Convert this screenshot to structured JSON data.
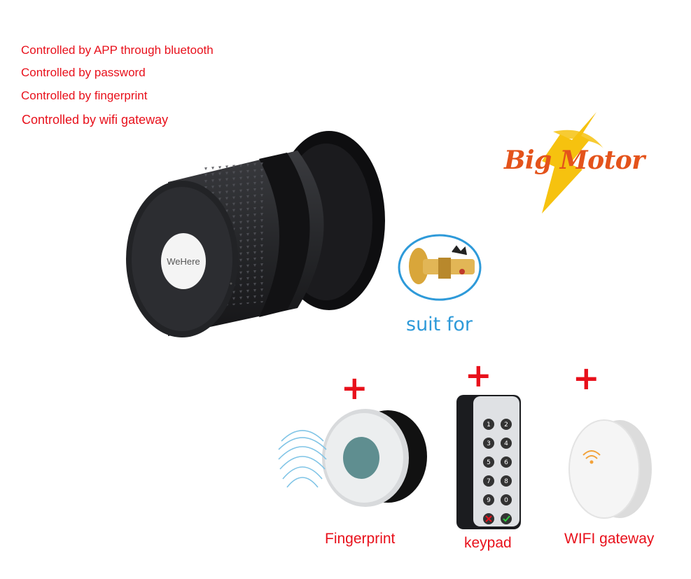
{
  "features": [
    "Controlled by APP through bluetooth",
    "Controlled by password",
    "Controlled by fingerprint",
    "Controlled by wifi gateway"
  ],
  "product": {
    "logo_text": "WeHere"
  },
  "brand": {
    "text": "Big Motor"
  },
  "compat": {
    "label": "suit for"
  },
  "addons": {
    "plus_symbol": "+",
    "fingerprint": "Fingerprint",
    "keypad": "keypad",
    "wifi": "WIFI gateway"
  },
  "keypad_keys": [
    "1",
    "2",
    "3",
    "4",
    "5",
    "6",
    "7",
    "8",
    "9",
    "0"
  ],
  "colors": {
    "accent_red": "#e8101b",
    "brand_orange": "#e4531b",
    "bolt_yellow": "#f6c20f",
    "suit_blue": "#2e9ad9"
  }
}
